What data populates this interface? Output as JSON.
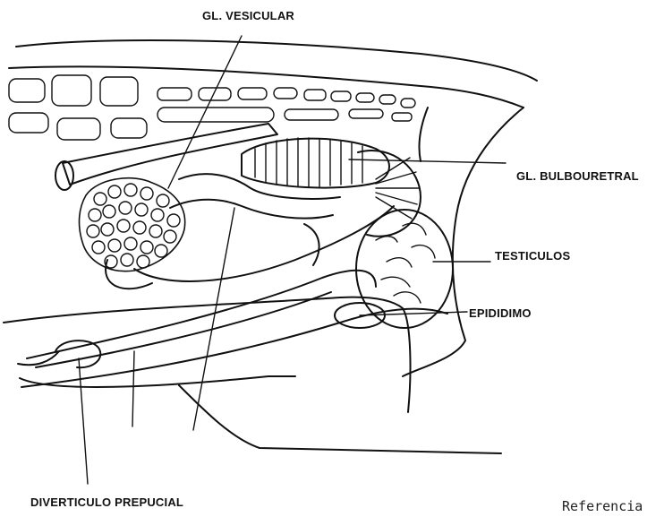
{
  "labels": {
    "vesicular": "GL. VESICULAR",
    "bulbouretral": "GL. BULBOURETRAL",
    "testiculos": "TESTICULOS",
    "epididimo": "EPIDIDIMO",
    "diverticulo": "DIVERTICULO PREPUCIAL",
    "referencia": "Referencia"
  }
}
